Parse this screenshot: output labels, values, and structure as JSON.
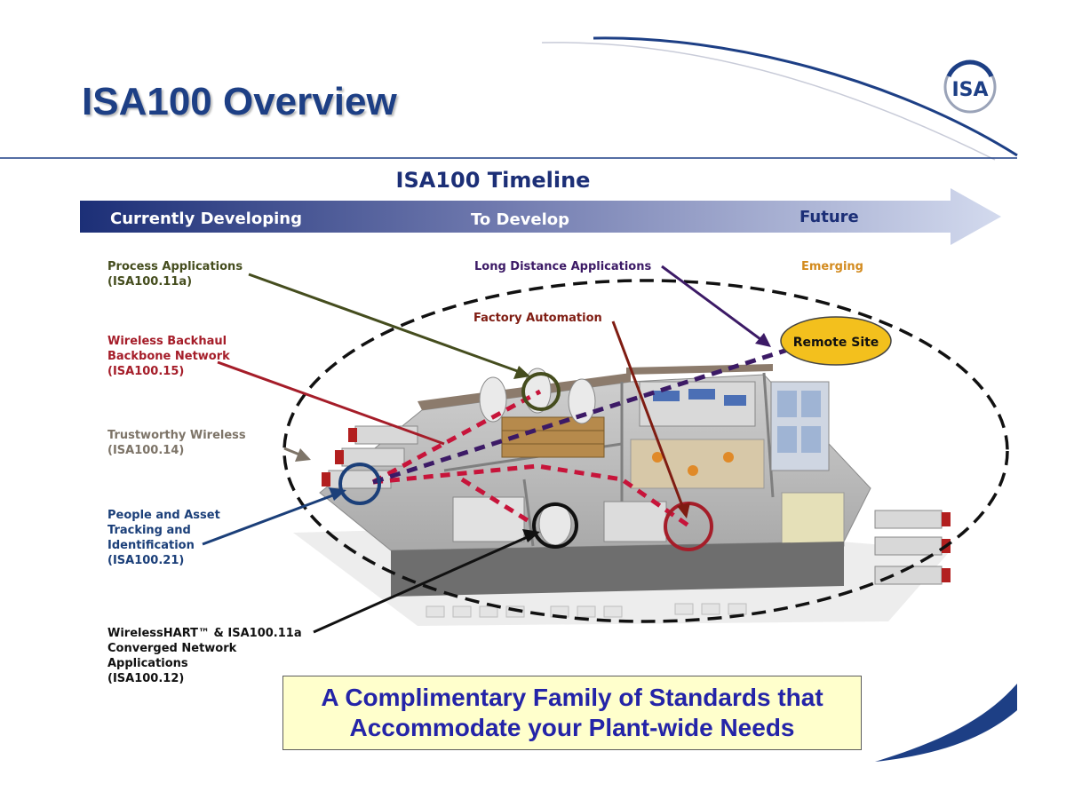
{
  "slide": {
    "title": "ISA100 Overview",
    "logo_text": "ISA",
    "timeline": {
      "title": "ISA100 Timeline",
      "stages": [
        "Currently Developing",
        "To Develop",
        "Future"
      ]
    },
    "labels": {
      "process": [
        "Process Applications",
        "(ISA100.11a)"
      ],
      "backhaul": [
        "Wireless Backhaul",
        "Backbone Network",
        "(ISA100.15)"
      ],
      "trustworthy": [
        "Trustworthy Wireless",
        "(ISA100.14)"
      ],
      "people": [
        "People and Asset",
        "Tracking and",
        "Identification",
        "(ISA100.21)"
      ],
      "wirelesshart": [
        "WirelessHART™ & ISA100.11a",
        "Converged Network",
        "Applications",
        "(ISA100.12)"
      ],
      "long_distance": "Long Distance Applications",
      "emerging": "Emerging",
      "factory": "Factory Automation",
      "remote_site": "Remote Site"
    },
    "callout": [
      "A Complimentary Family of Standards that",
      "Accommodate your Plant-wide Needs"
    ],
    "colors": {
      "title": "#1d3f85",
      "timeline_dark": "#1c2f77",
      "process": "#454d1e",
      "backhaul": "#a51d29",
      "trustworthy": "#7d7468",
      "people": "#1b3f79",
      "long_distance": "#3c1a66",
      "emerging": "#d38b1f",
      "factory": "#7f1c12",
      "remote_site_fill": "#f3c01d",
      "callout_fill": "#ffffcc",
      "callout_text": "#2424a8"
    }
  }
}
